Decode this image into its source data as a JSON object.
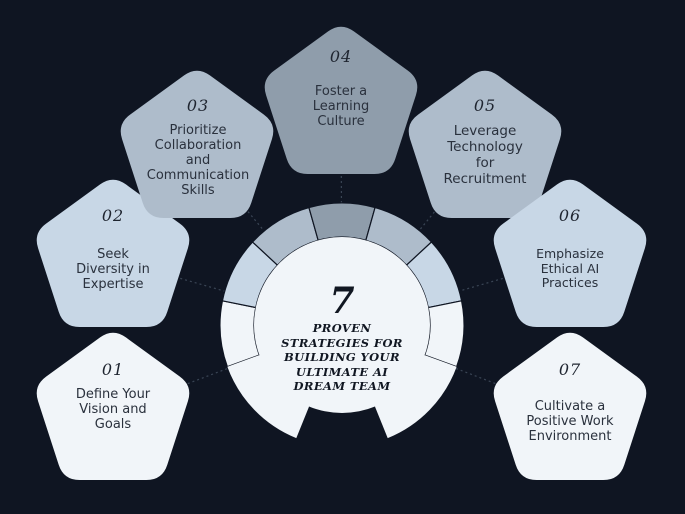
{
  "center": {
    "number": "7",
    "title_lines": [
      "PROVEN",
      "STRATEGIES FOR",
      "BUILDING YOUR",
      "ULTIMATE AI",
      "DREAM TEAM"
    ]
  },
  "steps": [
    {
      "number": "01",
      "lines": [
        "Define Your",
        "Vision and",
        "Goals"
      ],
      "color": "#f1f5f9"
    },
    {
      "number": "02",
      "lines": [
        "Seek",
        "Diversity in",
        "Expertise"
      ],
      "color": "#c8d7e6"
    },
    {
      "number": "03",
      "lines": [
        "Prioritize",
        "Collaboration",
        "and",
        "Communication",
        "Skills"
      ],
      "color": "#aebccb"
    },
    {
      "number": "04",
      "lines": [
        "Foster a",
        "Learning",
        "Culture"
      ],
      "color": "#8f9dab"
    },
    {
      "number": "05",
      "lines": [
        "Leverage",
        "Technology",
        "for",
        "Recruitment"
      ],
      "color": "#aebccb"
    },
    {
      "number": "06",
      "lines": [
        "Emphasize",
        "Ethical AI",
        "Practices"
      ],
      "color": "#c8d7e6"
    },
    {
      "number": "07",
      "lines": [
        "Cultivate a",
        "Positive Work",
        "Environment"
      ],
      "color": "#f1f5f9"
    }
  ],
  "colors": {
    "background": "#0f1522",
    "center_circle": "#f1f5f9",
    "connector": "#3a4555"
  }
}
